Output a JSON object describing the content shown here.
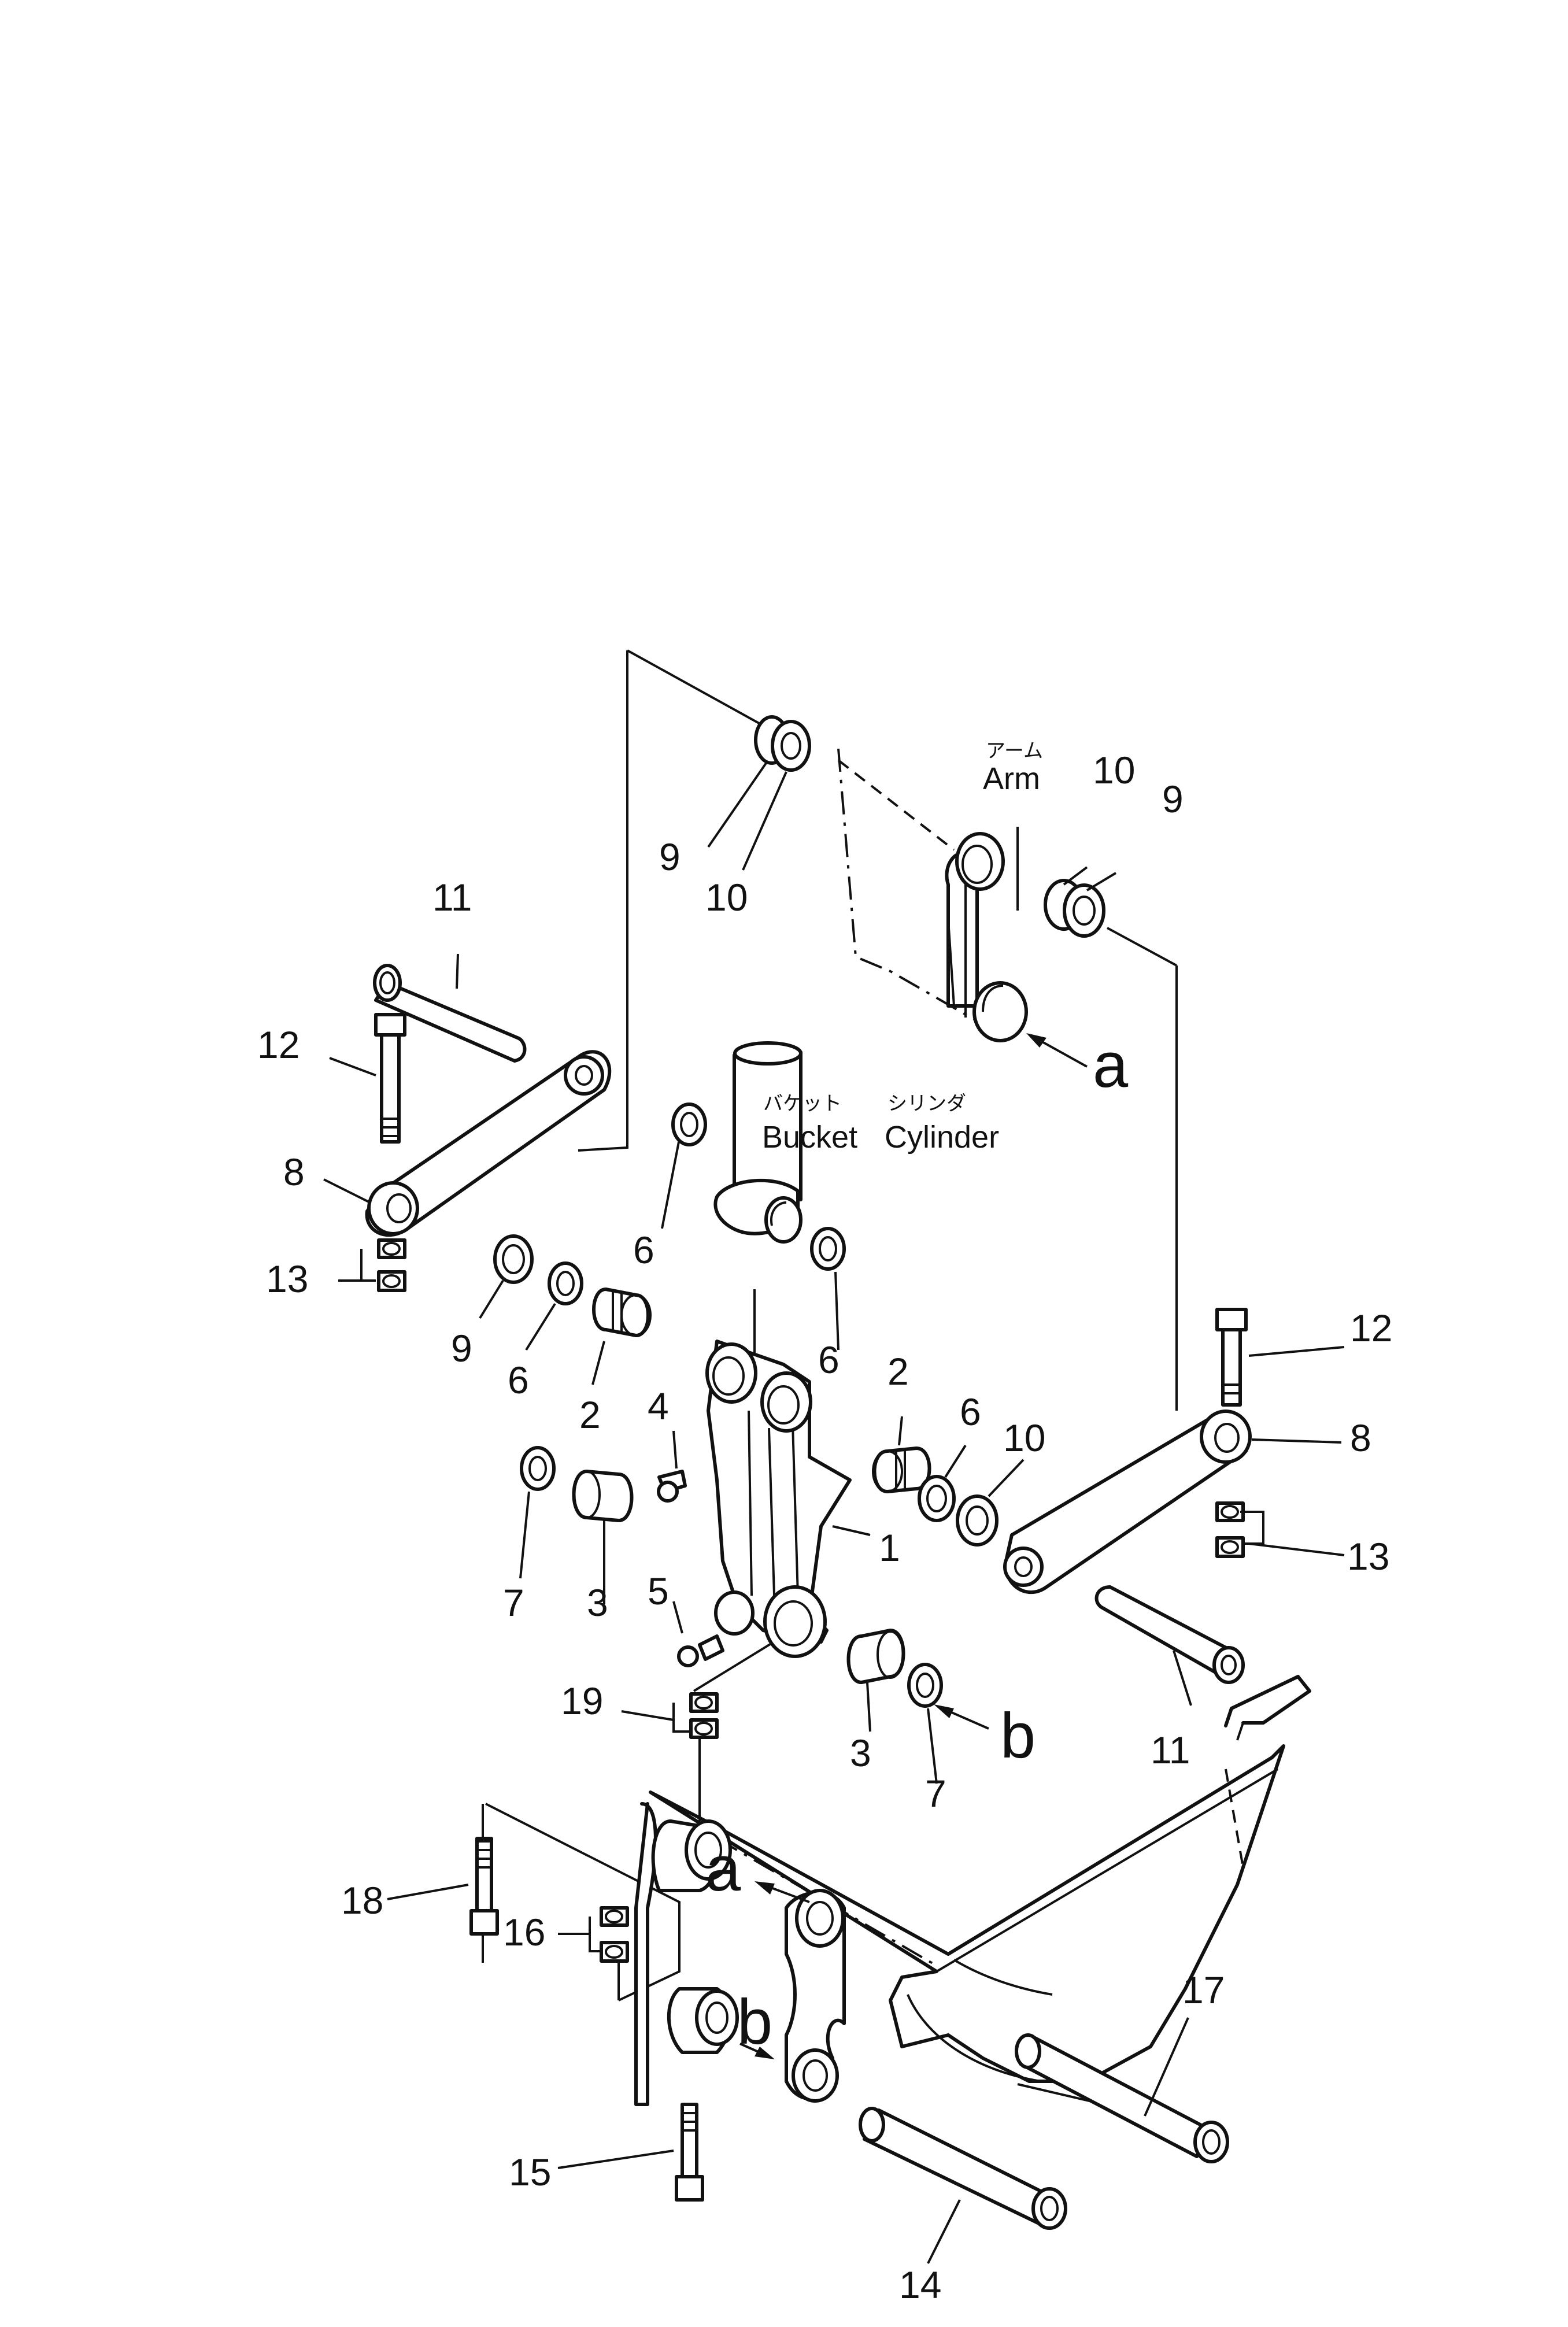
{
  "labels": {
    "arm_jp": "アーム",
    "arm_en": "Arm",
    "bucket_jp": "バケット",
    "cylinder_jp": "シリンダ",
    "bucket_en": "Bucket",
    "cylinder_en": "Cylinder",
    "ref_a": "a",
    "ref_b": "b"
  },
  "callouts": {
    "c1": "1",
    "c2": "2",
    "c3": "3",
    "c4": "4",
    "c5": "5",
    "c6": "6",
    "c7": "7",
    "c8": "8",
    "c9": "9",
    "c10": "10",
    "c11": "11",
    "c12": "12",
    "c13": "13",
    "c14": "14",
    "c15": "15",
    "c16": "16",
    "c17": "17",
    "c18": "18",
    "c19": "19"
  }
}
